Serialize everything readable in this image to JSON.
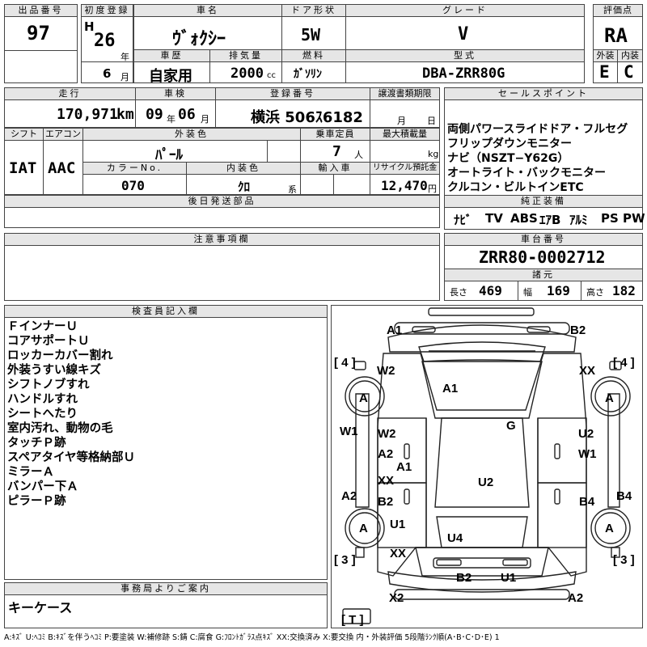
{
  "header": {
    "lot_label": "出品番号",
    "lot_no": "97",
    "reg_label": "初度登録",
    "reg_era": "H",
    "reg_year": "26",
    "year_unit": "年",
    "reg_month": "6",
    "month_unit": "月",
    "name_label": "車名",
    "car_name": "ｳﾞｫｸｼｰ",
    "door_label": "ドア形状",
    "door": "5W",
    "grade_label": "グレード",
    "grade": "V",
    "score_label": "評価点",
    "score": "RA",
    "history_label": "車歴",
    "history": "自家用",
    "disp_label": "排気量",
    "displacement": "2000",
    "disp_unit": "cc",
    "fuel_label": "燃料",
    "fuel": "ｶﾞｿﾘﾝ",
    "model_label": "型式",
    "model": "DBA-ZRR80G",
    "ext_label": "外装",
    "ext_grade": "E",
    "int_label": "内装",
    "int_grade": "C"
  },
  "row2": {
    "mileage_label": "走行",
    "mileage": "170,971",
    "mileage_unit": "km",
    "inspection_label": "車検",
    "insp_year": "09",
    "insp_year_unit": "年",
    "insp_month": "06",
    "insp_month_unit": "月",
    "plate_label": "登録番号",
    "plate": "横浜 506ｽ6182",
    "transfer_label": "譲渡書類期限",
    "transfer_month_unit": "月",
    "transfer_day_unit": "日",
    "shift_label": "シフト",
    "shift": "IAT",
    "ac_label": "エアコン",
    "ac": "AAC",
    "color_label": "外装色",
    "color": "ﾊﾟｰﾙ",
    "capacity_label": "乗車定員",
    "capacity": "7",
    "capacity_unit": "人",
    "load_label": "最大積載量",
    "load_unit": "kg",
    "color_no_label": "カラーNo.",
    "color_no": "070",
    "int_color_label": "内装色",
    "int_color": "ｸﾛ",
    "int_color_unit": "系",
    "import_label": "輸入車",
    "recycle_label": "リサイクル預託金",
    "recycle": "12,470",
    "recycle_unit": "円",
    "later_label": "後日発送部品"
  },
  "sales": {
    "label": "セールスポイント",
    "lines": [
      "両側パワースライドドア・フルセグ",
      "フリップダウンモニター",
      "ナビ（NSZT−Y62G）",
      "オートライト・バックモニター",
      "クルコン・ビルトインETC"
    ]
  },
  "equip": {
    "label": "純正装備",
    "items": [
      "ﾅﾋﾞ",
      "TV",
      "ABS",
      "ｴｱB",
      "ｱﾙﾐ",
      "PS",
      "PW"
    ]
  },
  "caution": {
    "label": "注意事項欄"
  },
  "chassis": {
    "label": "車台番号",
    "number": "ZRR80-0002712",
    "dims_label": "諸元",
    "length_label": "長さ",
    "length": "469",
    "width_label": "幅",
    "width": "169",
    "height_label": "高さ",
    "height": "182"
  },
  "inspector": {
    "label": "検査員記入欄",
    "lines": [
      "ＦインナーＵ",
      "コアサポートＵ",
      "ロッカーカバー割れ",
      "外装うすい線キズ",
      "シフトノブすれ",
      "ハンドルすれ",
      "シートへたり",
      "室内汚れ、動物の毛",
      "タッチＰ跡",
      "スペアタイヤ等格納部Ｕ",
      "ミラーＡ",
      "バンパー下Ａ",
      "ピラーＰ跡"
    ]
  },
  "office": {
    "label": "事務局よりご案内",
    "text": "キーケース"
  },
  "diagram": {
    "tire_fl": "[ 4 ]",
    "tire_fr": "[ 4 ]",
    "tire_rl": "[ 3 ]",
    "tire_rr": "[ 3 ]",
    "tire_t": "[ T ]",
    "marks": {
      "a1_front": "A1",
      "b2_front": "B2",
      "w2_left": "W2",
      "xx_right": "XX",
      "a_fl": "A",
      "a_fr": "A",
      "a1_hood": "A1",
      "g_center": "G",
      "w1_left": "W1",
      "w2_door": "W2",
      "a2_door": "A2",
      "a1_door": "A1",
      "u2_door": "U2",
      "w1_door": "W1",
      "xx_door": "XX",
      "b2_door": "B2",
      "u2_roof": "U2",
      "b4_door": "B4",
      "a2_side": "A2",
      "b4_side": "B4",
      "a_rl": "A",
      "a_rr": "A",
      "u1_rear": "U1",
      "u4_rear": "U4",
      "xx_rear": "XX",
      "b2_rear": "B2",
      "u1_rear2": "U1",
      "x2_rear": "X2",
      "a2_rear": "A2"
    }
  },
  "legend": "A:ｷｽﾞ  U:ﾍｺﾐ  B:ｷｽﾞを伴うﾍｺﾐ  P:要塗装  W:補修跡  S:錆  C:腐食  G:ﾌﾛﾝﾄｶﾞﾗｽ点ｷｽﾞ  XX:交換済み  X:要交換   内・外装評価  5段階ﾗﾝｸ順(A･B･C･D･E)  1"
}
